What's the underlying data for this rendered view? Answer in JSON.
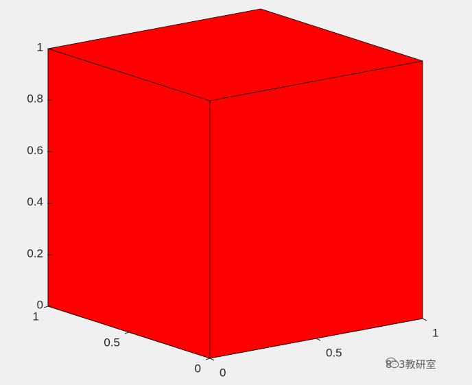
{
  "chart_data": {
    "type": "3d-surface",
    "title": "",
    "shape": "cube",
    "vertices": {
      "min": [
        0,
        0,
        0
      ],
      "max": [
        1,
        1,
        1
      ]
    },
    "face_color": "#ff0000",
    "edge_color": "#000000",
    "background": "#f0f0f0",
    "axes": {
      "x": {
        "ticks": [
          0,
          0.5,
          1
        ],
        "tick_labels": [
          "0",
          "0.5",
          "1"
        ],
        "lim": [
          0,
          1
        ]
      },
      "y": {
        "ticks": [
          0,
          0.5,
          1
        ],
        "tick_labels": [
          "0",
          "0.5",
          "1"
        ],
        "lim": [
          0,
          1
        ]
      },
      "z": {
        "ticks": [
          0,
          0.2,
          0.4,
          0.6,
          0.8,
          1
        ],
        "tick_labels": [
          "0",
          "0.2",
          "0.4",
          "0.6",
          "0.8",
          "1"
        ],
        "lim": [
          0,
          1
        ]
      }
    },
    "grid": false,
    "legend": "none"
  },
  "watermark": {
    "text": "803教研室",
    "icon": "wechat-icon"
  }
}
